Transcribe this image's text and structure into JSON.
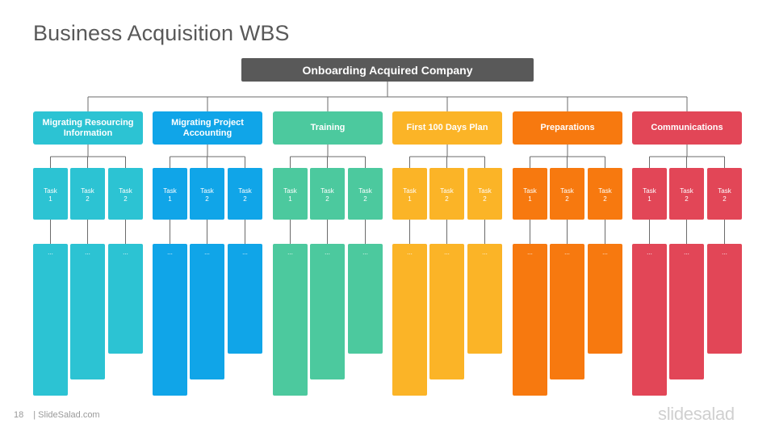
{
  "title": "Business Acquisition WBS",
  "root": "Onboarding  Acquired Company",
  "line_color": "#6b6b6b",
  "categories": [
    {
      "label": "Migrating Resourcing Information",
      "color": "#2cc3d3",
      "tasks": [
        {
          "label": "Task\n1"
        },
        {
          "label": "Task\n2"
        },
        {
          "label": "Task\n2"
        }
      ],
      "details": [
        "...",
        "...",
        "..."
      ]
    },
    {
      "label": "Migrating Project Accounting",
      "color": "#10a5e8",
      "tasks": [
        {
          "label": "Task\n1"
        },
        {
          "label": "Task\n2"
        },
        {
          "label": "Task\n2"
        }
      ],
      "details": [
        "...",
        "...",
        "..."
      ]
    },
    {
      "label": "Training",
      "color": "#4cc99e",
      "tasks": [
        {
          "label": "Task\n1"
        },
        {
          "label": "Task\n2"
        },
        {
          "label": "Task\n2"
        }
      ],
      "details": [
        "...",
        "...",
        "..."
      ]
    },
    {
      "label": "First 100 Days Plan",
      "color": "#fbb427",
      "tasks": [
        {
          "label": "Task\n1"
        },
        {
          "label": "Task\n2"
        },
        {
          "label": "Task\n2"
        }
      ],
      "details": [
        "...",
        "...",
        "..."
      ]
    },
    {
      "label": "Preparations",
      "color": "#f7790f",
      "tasks": [
        {
          "label": "Task\n1"
        },
        {
          "label": "Task\n2"
        },
        {
          "label": "Task\n2"
        }
      ],
      "details": [
        "...",
        "...",
        "..."
      ]
    },
    {
      "label": "Communications",
      "color": "#e24657",
      "tasks": [
        {
          "label": "Task\n1"
        },
        {
          "label": "Task\n2"
        },
        {
          "label": "Task\n2"
        }
      ],
      "details": [
        "...",
        "...",
        "..."
      ]
    }
  ],
  "footer": {
    "page_number": "18",
    "site": "| SlideSalad.com"
  },
  "logo": "slidesalad"
}
